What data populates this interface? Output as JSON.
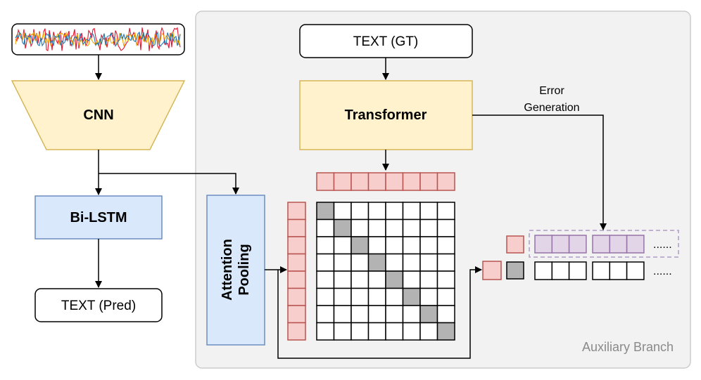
{
  "nodes": {
    "cnn": "CNN",
    "bilstm": "Bi-LSTM",
    "text_pred": "TEXT (Pred)",
    "text_gt": "TEXT (GT)",
    "transformer": "Transformer",
    "attention_line1": "Attention",
    "attention_line2": "Pooling"
  },
  "labels": {
    "error_line1": "Error",
    "error_line2": "Generation",
    "branch": "Auxiliary Branch",
    "ellipsis_top": "......",
    "ellipsis_bottom": "......"
  },
  "matrix": {
    "size": 8,
    "diagonal_shaded": true
  },
  "colors": {
    "yellow_fill": "#fff2cc",
    "yellow_stroke": "#d6b656",
    "blue_fill": "#dae8fc",
    "blue_stroke": "#6c8ebf",
    "red_fill": "#f8cecc",
    "red_stroke": "#b85450",
    "purple_fill": "#e1d5e7",
    "purple_stroke": "#9673a6",
    "gray_fill": "#b3b3b3",
    "branch_fill": "#f2f2f2",
    "branch_stroke": "#cccccc"
  }
}
